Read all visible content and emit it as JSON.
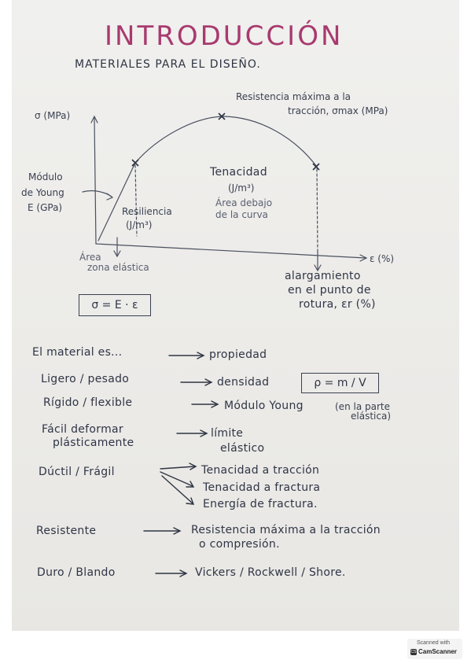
{
  "title": "INTRODUCCIÓN",
  "subtitle": "MATERIALES PARA EL DISEÑO.",
  "graph": {
    "y_axis_label": "σ (MPa)",
    "x_axis_label": "ε (%)",
    "max_strength": "Resistencia máxima a la",
    "max_strength_2": "tracción, σmax (MPa)",
    "modulus_1": "Módulo",
    "modulus_2": "de Young",
    "modulus_3": "E (GPa)",
    "resilience_1": "Resiliencia",
    "resilience_2": "(J/m³)",
    "toughness_1": "Tenacidad",
    "toughness_2": "(J/m³)",
    "toughness_3": "Área debajo",
    "toughness_4": "de la curva",
    "area_1": "Área",
    "area_2": "zona elástica",
    "elongation_1": "alargamiento",
    "elongation_2": "en el punto de",
    "elongation_3": "rotura, εr (%)",
    "formula": "σ = E · ε"
  },
  "properties": {
    "header_left": "El material es...",
    "header_right": "propiedad",
    "rows": [
      {
        "left": "Ligero / pesado",
        "right": "densidad"
      },
      {
        "left": "Rígido / flexible",
        "right": "Módulo Young"
      },
      {
        "left": "Fácil deformar",
        "left_2": "plásticamente",
        "right": "límite",
        "right_2": "elástico"
      },
      {
        "left": "Dúctil / Frágil",
        "right": "Tenacidad a tracción",
        "right_2": "Tenacidad a fractura",
        "right_3": "Energía de fractura."
      },
      {
        "left": "Resistente",
        "right": "Resistencia máxima a la tracción",
        "right_2": "o compresión."
      },
      {
        "left": "Duro / Blando",
        "right": "Vickers / Rockwell / Shore."
      }
    ],
    "density_formula": "ρ = m / V",
    "young_note_1": "(en la parte",
    "young_note_2": "elástica)"
  },
  "stamp": {
    "line1": "Scanned with",
    "line2": "CamScanner",
    "mark": "CS"
  },
  "colors": {
    "title": "#a83a6e",
    "ink": "#2e3442",
    "paper": "#ecebe8"
  }
}
